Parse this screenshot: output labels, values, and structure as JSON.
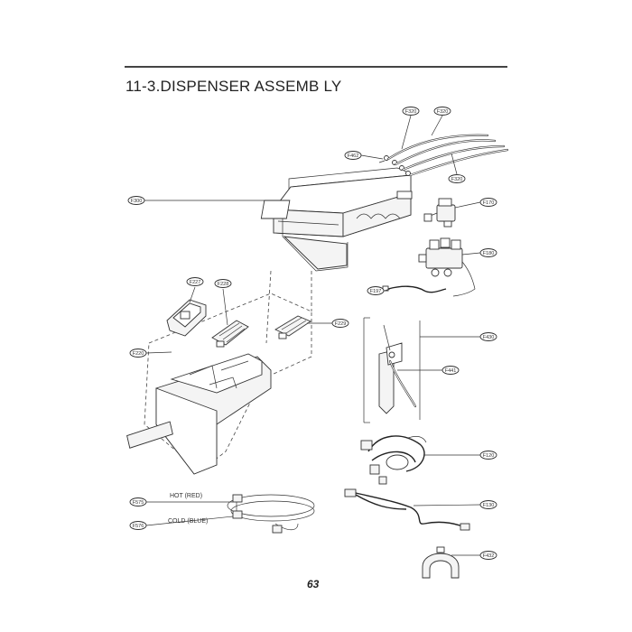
{
  "header": {
    "title": "11-3.DISPENSER ASSEMB LY"
  },
  "footer": {
    "page_number": "63"
  },
  "callouts": {
    "f300": "F300",
    "f462": "F462",
    "f320a": "F320",
    "f320b": "F320",
    "f320c": "F320",
    "f170": "F170",
    "f180": "F180",
    "f227": "F227",
    "f228": "F228",
    "f220": "F220",
    "f229": "F229",
    "f197": "F197",
    "f430": "F430",
    "f441": "F441",
    "f120": "F120",
    "f130": "F130",
    "f575": "F575",
    "f576": "F576",
    "f432": "F432"
  },
  "pipes": {
    "hot_label": "HOT (RED)",
    "cold_label": "COLD (BLUE)"
  }
}
